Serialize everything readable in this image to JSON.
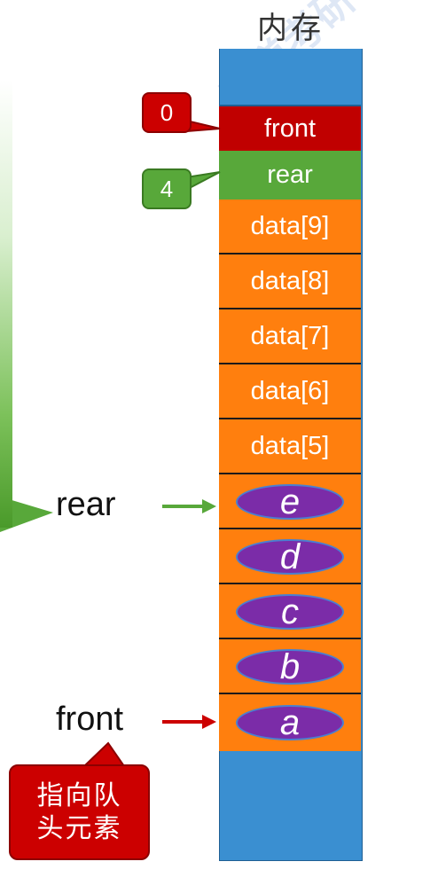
{
  "memory_title": "内存",
  "cells": {
    "front": "front",
    "rear": "rear",
    "data9": "data[9]",
    "data8": "data[8]",
    "data7": "data[7]",
    "data6": "data[6]",
    "data5": "data[5]"
  },
  "elements": [
    "e",
    "d",
    "c",
    "b",
    "a"
  ],
  "callouts": {
    "front_value": "0",
    "rear_value": "4"
  },
  "pointers": {
    "rear": "rear",
    "front": "front"
  },
  "front_tip": {
    "line1": "指向队",
    "line2": "头元素"
  },
  "watermark_text": "王道考研",
  "colors": {
    "memory": "#3a8fd1",
    "data_cell": "#ff7f0e",
    "front_cell": "#c00000",
    "rear_cell": "#58a83a",
    "element": "#7b2ca8",
    "rear_arrow": "#58a83a",
    "front_arrow": "#cc0000"
  }
}
